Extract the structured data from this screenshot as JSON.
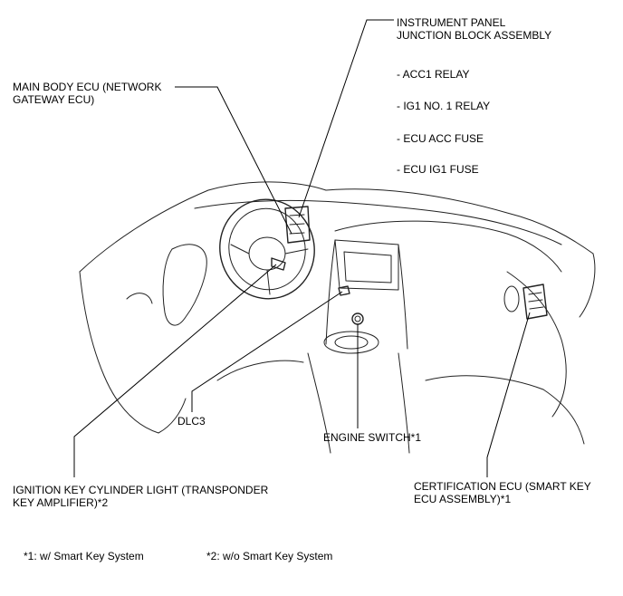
{
  "labels": {
    "ipjb_line1": "INSTRUMENT PANEL",
    "ipjb_line2": "JUNCTION BLOCK ASSEMBLY",
    "ipjb_items": [
      "- ACC1 RELAY",
      "- IG1 NO. 1 RELAY",
      "- ECU ACC FUSE",
      "- ECU IG1 FUSE"
    ],
    "main_body_line1": "MAIN BODY ECU (NETWORK",
    "main_body_line2": "GATEWAY ECU)",
    "dlc3": "DLC3",
    "engine_switch": "ENGINE SWITCH*1",
    "ignition_line1": "IGNITION  KEY CYLINDER LIGHT  (TRANSPONDER",
    "ignition_line2": "KEY AMPLIFIER)*2",
    "cert_line1": "CERTIFICATION  ECU (SMART KEY",
    "cert_line2": "ECU ASSEMBLY)*1"
  },
  "footnotes": {
    "note1": "*1: w/ Smart Key System",
    "note2": "*2: w/o Smart Key System"
  }
}
